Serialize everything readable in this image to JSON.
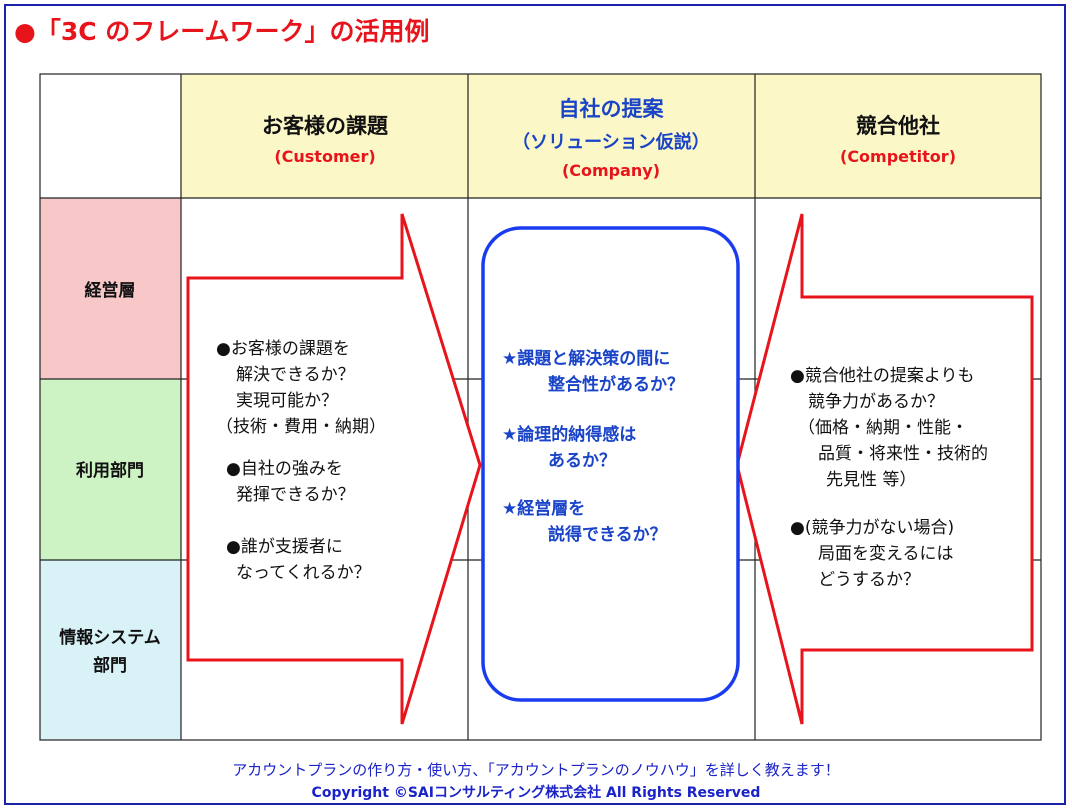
{
  "title": "●「3C のフレームワーク」の活用例",
  "headers": {
    "customer": {
      "title": "お客様の課題",
      "subtitle": "(Customer)"
    },
    "company": {
      "title": "自社の提案",
      "subtitle1": "（ソリューション仮説）",
      "subtitle2": "(Company)"
    },
    "competitor": {
      "title": "競合他社",
      "subtitle": "(Competitor)"
    }
  },
  "rows": [
    "経営層",
    "利用部門",
    "情報システム",
    "部門"
  ],
  "customer_lines": [
    "●お客様の課題を",
    "解決できるか？",
    "実現可能か？",
    "（技術・費用・納期）",
    "●自社の強みを",
    "発揮できるか？",
    "●誰が支援者に",
    "なってくれるか？"
  ],
  "company_lines": [
    "★課題と解決策の間に",
    "整合性があるか？",
    "★論理的納得感は",
    "あるか？",
    "★経営層を",
    "説得できるか？"
  ],
  "competitor_lines": [
    "●競合他社の提案よりも",
    "競争力があるか？",
    "（価格・納期・性能・",
    "品質・将来性・技術的",
    "先見性 等）",
    "●(競争力がない場合)",
    "局面を変えるには",
    "どうするか？"
  ],
  "footer": {
    "line1": "アカウントプランの作り方・使い方、「アカウントプランのノウハウ」を詳しく教えます！",
    "line2": "Copyright ©SAIコンサルティング株式会社 All Rights Reserved"
  },
  "colors": {
    "title_red": "#e8141c",
    "header_bg": "#fbf7c6",
    "row1_bg": "#f8c8c8",
    "row2_bg": "#cdf2c4",
    "row3_bg": "#d8f2f7",
    "arrow_red": "#e8141c",
    "box_blue": "#1a3cf0",
    "text_blue": "#1a44c8",
    "frame_blue": "#1a22a8"
  }
}
